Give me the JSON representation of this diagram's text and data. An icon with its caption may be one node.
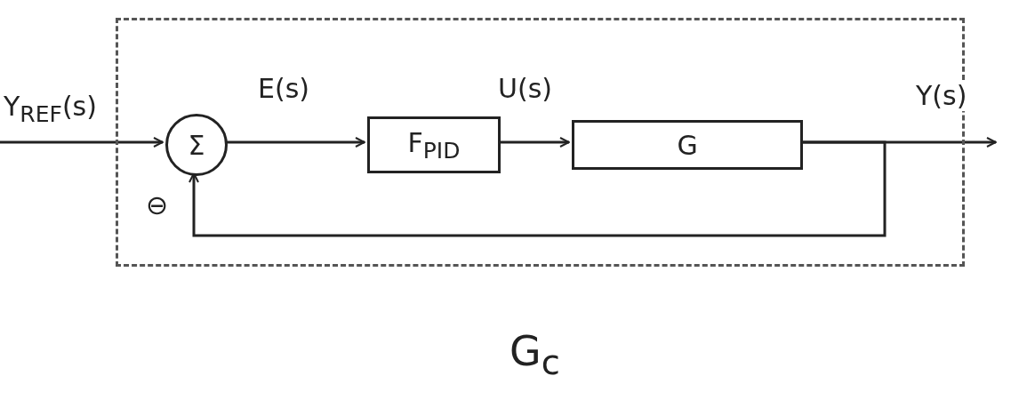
{
  "diagram": {
    "nodes": [
      {
        "text": [
          "G$_{c}$"
        ]
      },
      {
        "text": [
          "Σ"
        ],
        "in": 0,
        "beside": [
          "⊖"
        ]
      },
      {
        "text": [
          "F$_{PID}$"
        ],
        "in": 0
      },
      {
        "text": [
          "G"
        ],
        "in": 0
      }
    ],
    "edges": [
      {
        "from": null,
        "to": 1,
        "arrow": "to",
        "label": "Y$_{REF}$(s)"
      },
      {
        "from": 1,
        "to": 2,
        "arrow": "to",
        "label": "E(s)"
      },
      {
        "from": 2,
        "to": 3,
        "arrow": "to",
        "label": "U(s)"
      },
      {
        "from": 3,
        "to": null,
        "arrow": "to",
        "label": "Y(s)"
      },
      {
        "from": 3,
        "to": 1,
        "arrow": "to"
      }
    ]
  }
}
